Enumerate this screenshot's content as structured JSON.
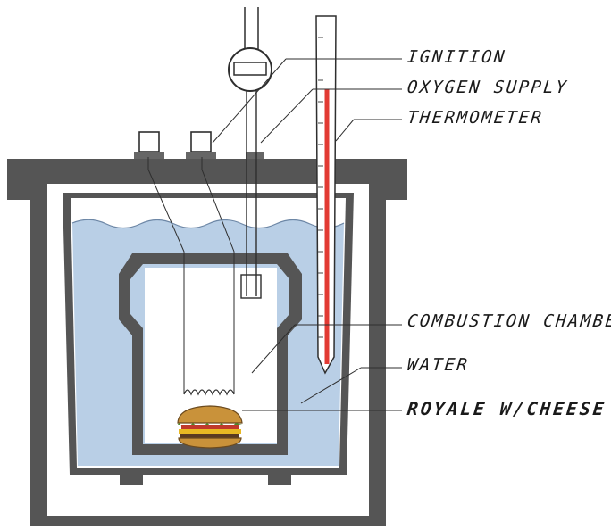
{
  "labels": {
    "ignition": "IGNITION",
    "oxygen_supply": "OXYGEN SUPPLY",
    "thermometer": "THERMOMETER",
    "combustion_chamber": "COMBUSTION CHAMBER",
    "water": "WATER",
    "sample": "ROYALE W/CHEESE"
  },
  "colors": {
    "outline": "#2e2e2e",
    "jacket": "#555555",
    "water": "#b9cfe6",
    "thermometer_fluid": "#e23a33",
    "bun": "#c9923a",
    "lettuce": "#4f8a2c",
    "cheese": "#e8b823",
    "tomato": "#c0392b",
    "patty": "#5a3a22"
  },
  "icons": [
    "ignition-gauge-icon",
    "burger-icon",
    "thermometer-icon"
  ]
}
